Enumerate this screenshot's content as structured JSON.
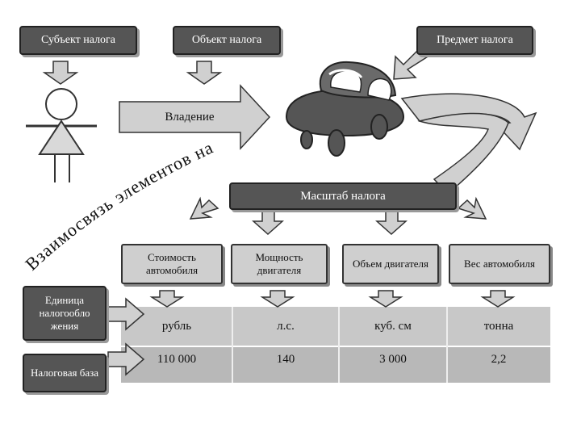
{
  "top_boxes": {
    "subject": "Субъект налога",
    "object": "Объект налога",
    "item": "Предмет налога"
  },
  "ownership_label": "Владение",
  "arc_text": "Взаимосвязь элементов налога",
  "scale_label": "Масштаб налога",
  "parameters": [
    "Стоимость автомобиля",
    "Мощность двигателя",
    "Объем двигателя",
    "Вес автомобиля"
  ],
  "left_labels": {
    "unit": "Единица налогообло жения",
    "base": "Налоговая база"
  },
  "units": [
    "рубль",
    "л.с.",
    "куб. см",
    "тонна"
  ],
  "base_values": [
    "110 000",
    "140",
    "3 000",
    "2,2"
  ],
  "colors": {
    "dark_box": "#555555",
    "panel": "#cfcfcf",
    "table_row_1": "#c8c8c8",
    "table_row_2": "#b8b8b8",
    "arrow_fill": "#d0d0d0"
  },
  "icons": [
    "person-figure-icon",
    "car-icon"
  ]
}
